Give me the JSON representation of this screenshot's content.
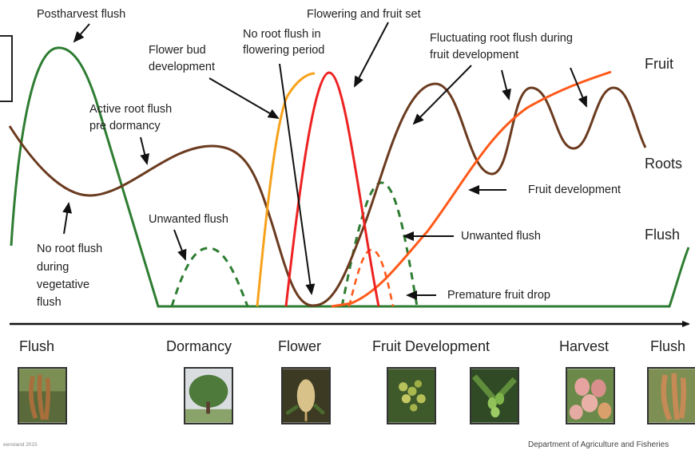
{
  "annotations": {
    "postharvest_flush": "Postharvest flush",
    "flowering_fruit_set": "Flowering and fruit set",
    "no_root_flush_line1": "No root flush in",
    "no_root_flush_line2": "flowering period",
    "flower_bud_line1": "Flower bud",
    "flower_bud_line2": "development",
    "fluctuating_line1": "Fluctuating root flush during",
    "fluctuating_line2": "fruit development",
    "active_root_line1": "Active root flush",
    "active_root_line2": "pre dormancy",
    "unwanted_flush_left": "Unwanted flush",
    "no_root_veg_line1": "No root flush",
    "no_root_veg_line2": "during",
    "no_root_veg_line3": "vegetative",
    "no_root_veg_line4": "flush",
    "fruit_development": "Fruit development",
    "unwanted_flush_right": "Unwanted flush",
    "premature_fruit_drop": "Premature fruit drop"
  },
  "legend_side": {
    "fruit": "Fruit",
    "roots": "Roots",
    "flush": "Flush"
  },
  "stages": [
    "Flush",
    "Dormancy",
    "Flower",
    "Fruit Development",
    "Harvest",
    "Flush"
  ],
  "photos": [
    {
      "name": "flush-photo-icon"
    },
    {
      "name": "dormancy-tree-photo-icon"
    },
    {
      "name": "flower-panicle-photo-icon"
    },
    {
      "name": "fruit-set-photo-icon"
    },
    {
      "name": "fruit-development-photo-icon"
    },
    {
      "name": "harvest-mango-photo-icon"
    },
    {
      "name": "flush-new-leaves-photo-icon"
    }
  ],
  "footer": {
    "left": "eensland 2015",
    "right": "Department of Agriculture and Fisheries"
  },
  "colors": {
    "flush": "#2e7d32",
    "roots": "#6b3b1f",
    "fruit": "#ff5a1a",
    "flower_bud": "#f7a21b",
    "flowering": "#ee2222",
    "axis": "#111111"
  }
}
